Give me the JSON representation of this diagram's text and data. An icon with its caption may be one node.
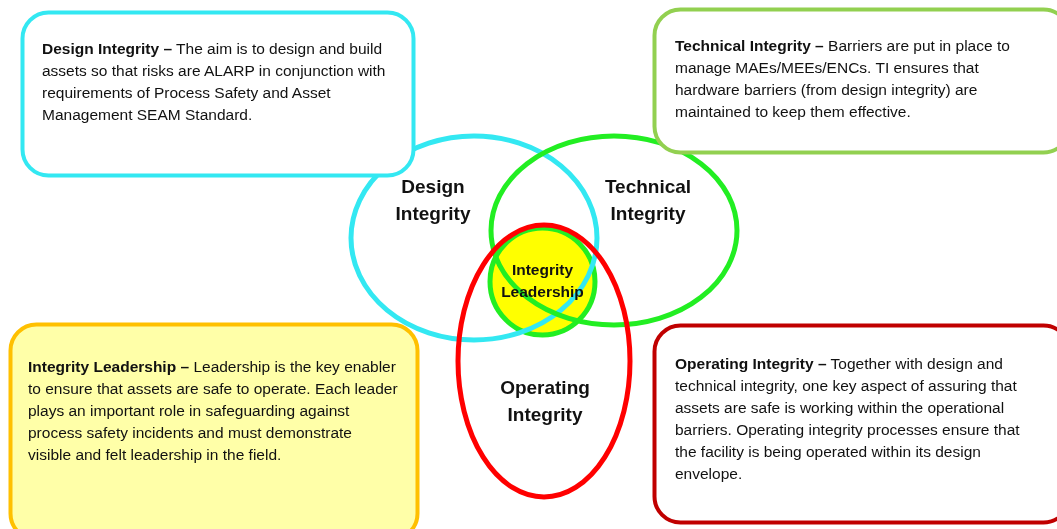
{
  "diagram": {
    "nodes": [
      {
        "text": [
          "**Design Integrity –** The aim is to design and build assets so that risks are ALARP in conjunction with requirements of Process Safety and Asset Management SEAM Standard."
        ]
      },
      {
        "text": [
          "**Technical Integrity –** Barriers are put in place to manage MAEs/MEEs/ENCs. TI ensures that hardware barriers (from design integrity) are maintained to keep them effective."
        ]
      },
      {
        "text": [
          "Design Integrity"
        ]
      },
      {
        "text": [
          "Technical Integrity"
        ]
      },
      {
        "text": [
          "Integrity Leadership"
        ]
      },
      {
        "text": [
          "Operating Integrity"
        ]
      },
      {
        "text": [
          "**Integrity Leadership –** Leadership is the key enabler to ensure that assets are safe to operate. Each leader plays an important role in safeguarding against process safety incidents and must demonstrate visible and felt leadership in the field."
        ]
      },
      {
        "text": [
          "**Operating Integrity –** Together with design and technical integrity, one key aspect of assuring that assets are safe is working within the operational barriers. Operating integrity processes ensure that the facility is being operated within its design envelope."
        ]
      }
    ],
    "edges": []
  }
}
